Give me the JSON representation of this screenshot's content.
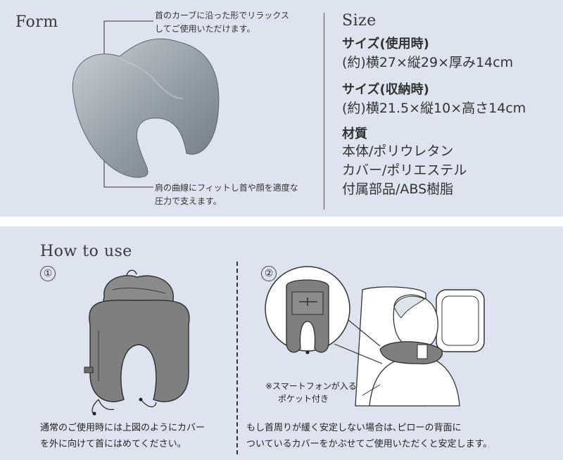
{
  "form": {
    "title": "Form",
    "note_top_line1": "首のカーブに沿った形でリラックス",
    "note_top_line2": "してご使用いただけます。",
    "note_bottom_line1": "肩の曲線にフィットし首や顔を適度な",
    "note_bottom_line2": "圧力で支えます。"
  },
  "size": {
    "title": "Size",
    "use_label": "サイズ(使用時)",
    "use_value": "(約)横27×縦29×厚み14cm",
    "storage_label": "サイズ(収納時)",
    "storage_value": "(約)横21.5×縦10×高さ14cm",
    "material_label": "材質",
    "material_lines": [
      "本体/ポリウレタン",
      "カバー/ポリエステル",
      "付属部品/ABS樹脂"
    ]
  },
  "howto": {
    "title": "How to use",
    "step1_num": "①",
    "step2_num": "②",
    "step1_caption_line1": "通常のご使用時には上図のようにカバー",
    "step1_caption_line2": "を外に向けて首にはめてください。",
    "step2_caption_line1": "もし首周りが緩く安定しない場合は､ピローの背面に",
    "step2_caption_line2": "ついているカバーをかぶせてご使用いただくと安定します。",
    "pocket_line1": "※スマートフォンが入る",
    "pocket_line2": "ポケット付き"
  },
  "colors": {
    "background": "#dde4ef",
    "pillow_body": "#9aa3ab",
    "cover_gray": "#7d7d7d"
  }
}
